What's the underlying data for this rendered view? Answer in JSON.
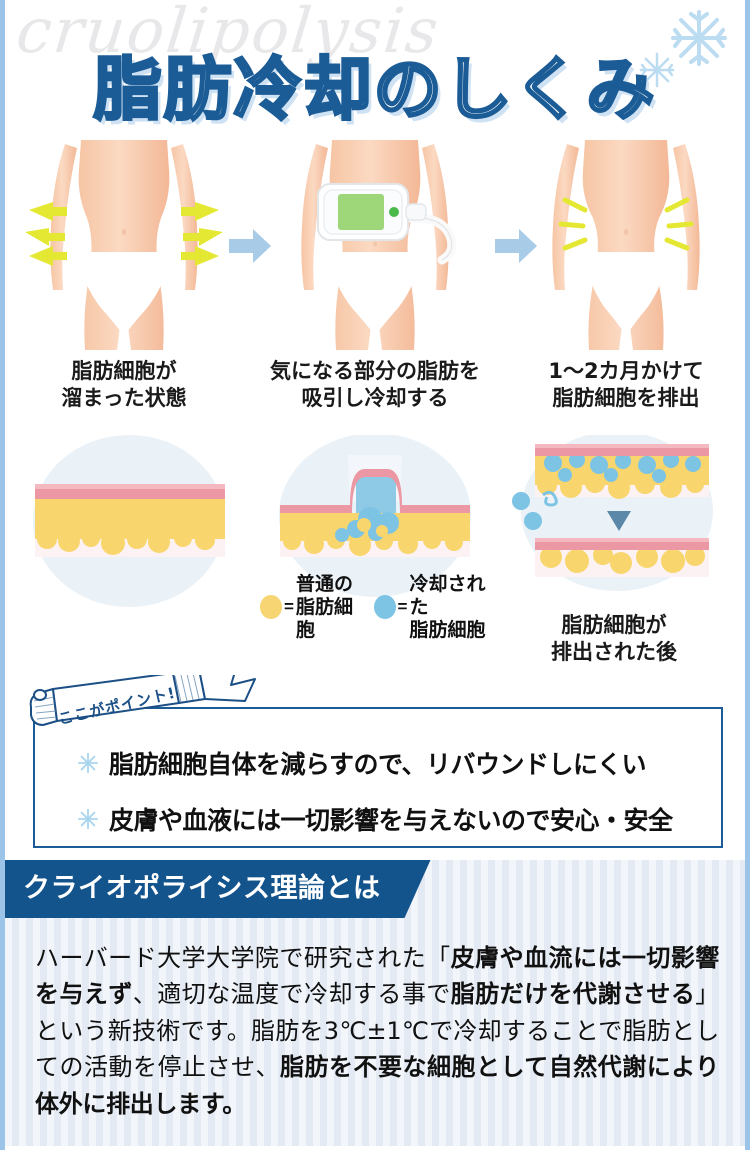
{
  "header": {
    "watermark": "cruolipolysis",
    "title": "脂肪冷却のしくみ",
    "snowflake_icon": "snowflake-icon",
    "title_stroke_color": "#1b5c96",
    "title_shadow_color": "#cfe2f3"
  },
  "steps": [
    {
      "figure": "body-front-fat-arrows",
      "caption_line1": "脂肪細胞が",
      "caption_line2": "溜まった状態"
    },
    {
      "figure": "body-front-device-attached",
      "caption_line1": "気になる部分の脂肪を",
      "caption_line2": "吸引し冷却する"
    },
    {
      "figure": "body-front-slimmed",
      "caption_line1": "1〜2カ月かけて",
      "caption_line2": "脂肪細胞を排出"
    }
  ],
  "flow_arrows": {
    "icon": "right-arrow-icon",
    "color": "#a8cbe8",
    "count": 2
  },
  "cells": {
    "diagram1": {
      "name": "skin-cross-section-before",
      "caption_line1": "",
      "caption_line2": ""
    },
    "diagram2": {
      "name": "skin-cross-section-suction-cooling",
      "caption_line1": "",
      "caption_line2": ""
    },
    "diagram3": {
      "name": "skin-cross-section-after",
      "caption_line1": "脂肪細胞が",
      "caption_line2": "排出された後"
    },
    "legend": [
      {
        "swatch": "yellow-circle",
        "color": "#f7d572",
        "equals": "=",
        "label_line1": "普通の",
        "label_line2": "脂肪細胞"
      },
      {
        "swatch": "blue-circle",
        "color": "#7cc3e4",
        "equals": "=",
        "label_line1": "冷却された",
        "label_line2": "脂肪細胞"
      }
    ],
    "colors": {
      "skin": "#efa4ad",
      "fat_normal": "#f8d66d",
      "fat_cooled": "#7cc3e4",
      "circle_bg": "#eaf2f8"
    }
  },
  "points": {
    "ribbon_label": "ここがポイント!",
    "bullet_icon": "snowflake-bullet-icon",
    "items": [
      "脂肪細胞自体を減らすので、リバウンドしにくい",
      "皮膚や血液には一切影響を与えないので安心・安全"
    ],
    "border_color": "#1b5c96"
  },
  "theory": {
    "banner_title": "クライオポライシス理論とは",
    "banner_color": "#14548c",
    "paragraph_parts": [
      {
        "text": "ハーバード大学大学院で研究された「",
        "bold": false
      },
      {
        "text": "皮膚や血流には一切影響を与えず",
        "bold": true
      },
      {
        "text": "、適切な温度で冷却する事で",
        "bold": false
      },
      {
        "text": "脂肪だけを代謝させる",
        "bold": true
      },
      {
        "text": "」という新技術です。脂肪を3℃±1℃で冷却することで脂肪としての活動を停止させ、",
        "bold": false
      },
      {
        "text": "脂肪を不要な細胞として自然代謝により体外に排出します。",
        "bold": true
      }
    ]
  },
  "frame": {
    "border_color": "#9cc3e8"
  }
}
